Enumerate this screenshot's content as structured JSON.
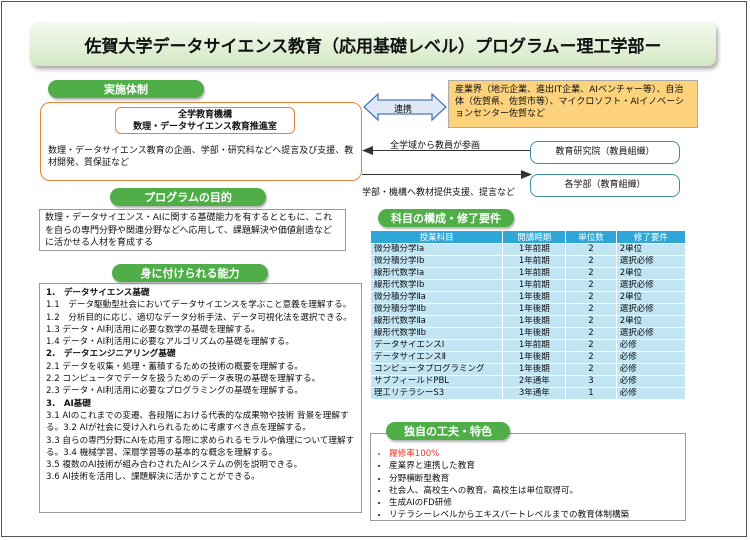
{
  "title": "佐賀大学データサイエンス教育（応用基礎レベル）プログラムー理工学部ー",
  "implementation": {
    "heading": "実施体制",
    "org_name_1": "全学教育機構",
    "org_name_2": "数理・データサイエンス教育推進室",
    "org_desc": "数理・データサイエンス教育の企画、学部・研究科などへ提言及び支援、教材開発、質保証など",
    "partner_text": "産業界（地元企業、進出IT企業、AIベンチャー等）、自治体（佐賀県、佐賀市等）、マイクロソフト・AIイノベーションセンター佐賀など",
    "link_label": "連携",
    "faculty_label": "全学域から教員が参画",
    "research_org": "教育研究院（教員組織）",
    "materials_label": "学部・機構へ教材提供支援、提言など",
    "departments": "各学部（教育組織）"
  },
  "purpose": {
    "heading": "プログラムの目的",
    "text": "数理・データサイエンス・AIに関する基礎能力を有するとともに、これを自らの専門分野や関連分野などへ応用して、課題解決や価値創造などに活かせる人材を育成する"
  },
  "skills": {
    "heading": "身に付けられる能力",
    "lines": [
      {
        "t": "1.　データサイエンス基礎",
        "h": true
      },
      {
        "t": "1.1　データ駆動型社会においてデータサイエンスを学ぶこと意義を理解する。",
        "h": false
      },
      {
        "t": "1.2　分析目的に応じ、適切なデータ分析手法、データ可視化法を選択できる。",
        "h": false
      },
      {
        "t": "1.3 データ・AI利活用に必要な数学の基礎を理解する。",
        "h": false
      },
      {
        "t": "1.4 データ・AI利活用に必要なアルゴリズムの基礎を理解する。",
        "h": false
      },
      {
        "t": "2.　データエンジニアリング基礎",
        "h": true
      },
      {
        "t": "2.1 データを収集・処理・蓄積するための技術の概要を理解する。",
        "h": false
      },
      {
        "t": "2.2 コンピュータでデータを扱うためのデータ表現の基礎を理解する。",
        "h": false
      },
      {
        "t": "2.3 データ・AI利活用に必要なプログラミングの基礎を理解する。",
        "h": false
      },
      {
        "t": "3.　AI基礎",
        "h": true
      },
      {
        "t": "3.1 AIのこれまでの変遷、各段階における代表的な成果物や技術 背景を理解する。3.2 AIが社会に受け入れられるために考慮すべき点を理解する。",
        "h": false
      },
      {
        "t": "3.3 自らの専門分野にAIを応用する際に求められるモラルや倫理について理解する。3.4 機械学習、深層学習等の基本的な概念を理解する。",
        "h": false
      },
      {
        "t": "3.5 複数のAI技術が組み合わされたAIシステムの例を説明できる。",
        "h": false
      },
      {
        "t": "3.6 AI技術を活用し、課題解決に活かすことができる。",
        "h": false
      }
    ]
  },
  "courses": {
    "heading": "科目の構成・修了要件",
    "headers": [
      "授業科目",
      "開講時期",
      "単位数",
      "修了要件"
    ],
    "rows": [
      [
        "微分積分学Ⅰa",
        "1年前期",
        "2",
        "2単位"
      ],
      [
        "微分積分学Ⅰb",
        "1年前期",
        "2",
        "選択必修"
      ],
      [
        "線形代数学Ⅰa",
        "1年前期",
        "2",
        "2単位"
      ],
      [
        "線形代数学Ⅰb",
        "1年前期",
        "2",
        "選択必修"
      ],
      [
        "微分積分学Ⅱa",
        "1年後期",
        "2",
        "2単位"
      ],
      [
        "微分積分学Ⅱb",
        "1年後期",
        "2",
        "選択必修"
      ],
      [
        "線形代数学Ⅱa",
        "1年後期",
        "2",
        "2単位"
      ],
      [
        "線形代数学Ⅱb",
        "1年後期",
        "2",
        "選択必修"
      ],
      [
        "データサイエンスⅠ",
        "1年前期",
        "2",
        "必修"
      ],
      [
        "データサイエンスⅡ",
        "1年後期",
        "2",
        "必修"
      ],
      [
        "コンピュータプログラミング",
        "1年後期",
        "2",
        "必修"
      ],
      [
        "サブフィールドPBL",
        "2年通年",
        "3",
        "必修"
      ],
      [
        "理工リテラシーS3",
        "3年通年",
        "1",
        "必修"
      ]
    ]
  },
  "unique": {
    "heading": "独自の工夫・特色",
    "items": [
      {
        "t": "履修率100%",
        "red": true
      },
      {
        "t": "産業界と連携した教育",
        "red": false
      },
      {
        "t": "分野横断型教育",
        "red": false
      },
      {
        "t": "社会人、高校生への教育。高校生は単位取得可。",
        "red": false
      },
      {
        "t": "生成AIのFD研修",
        "red": false
      },
      {
        "t": "リテラシーレベルからエキスパートレベルまでの教育体制構築",
        "red": false
      }
    ]
  }
}
